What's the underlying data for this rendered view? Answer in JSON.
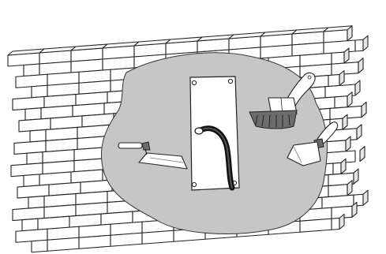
{
  "illustration": {
    "wall_material": "brick",
    "colors": {
      "brick_face": "#ffffff",
      "brick_outline": "#222222",
      "plaster_patch": "#c6c6c6",
      "mounting_plate": "#ffffff",
      "cable": "#1a1a1a",
      "brush_bristles": "#6c6c6c"
    },
    "objects": [
      "brick-wall",
      "plaster-patch",
      "mounting-plate",
      "cable",
      "trowel",
      "paint-brush",
      "putty-knife"
    ]
  }
}
